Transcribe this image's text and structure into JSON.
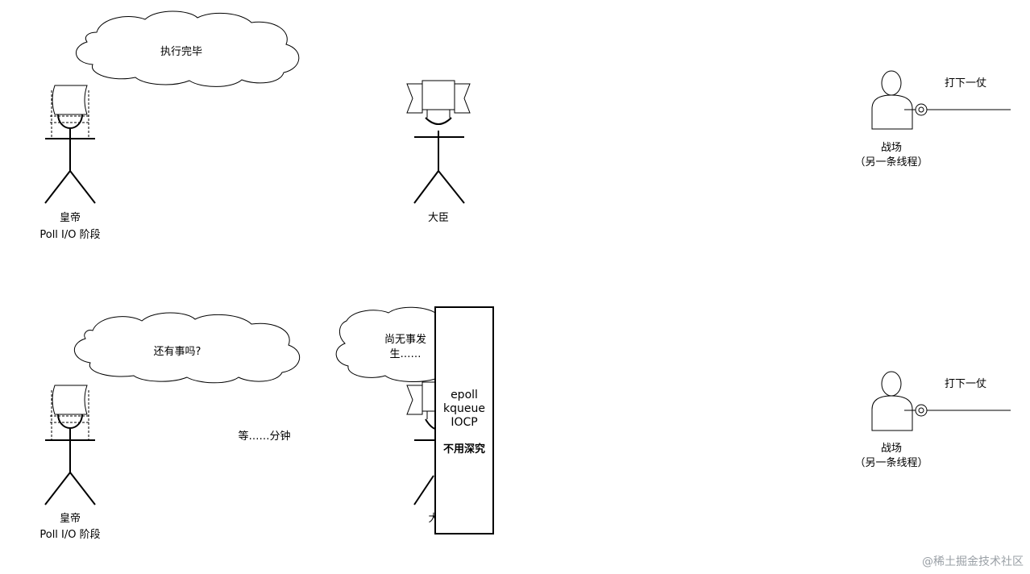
{
  "top": {
    "emperor": {
      "name": "皇帝",
      "phase": "Poll I/O 阶段"
    },
    "emperor_cloud": "执行完毕",
    "minister": {
      "name": "大臣"
    },
    "battlefield": {
      "action": "打下一仗",
      "name": "战场",
      "note": "（另一条线程）"
    }
  },
  "bottom": {
    "emperor": {
      "name": "皇帝",
      "phase": "Poll I/O 阶段"
    },
    "emperor_cloud": "还有事吗?",
    "wait_text": "等……分钟",
    "minister_cloud_line1": "尚无事发",
    "minister_cloud_line2": "生……",
    "minister": {
      "name_partial": "大"
    },
    "box": {
      "line1": "epoll",
      "line2": "kqueue",
      "line3": "IOCP",
      "note": "不用深究"
    },
    "battlefield": {
      "action": "打下一仗",
      "name": "战场",
      "note": "（另一条线程）"
    }
  },
  "watermark": "@稀土掘金技术社区"
}
